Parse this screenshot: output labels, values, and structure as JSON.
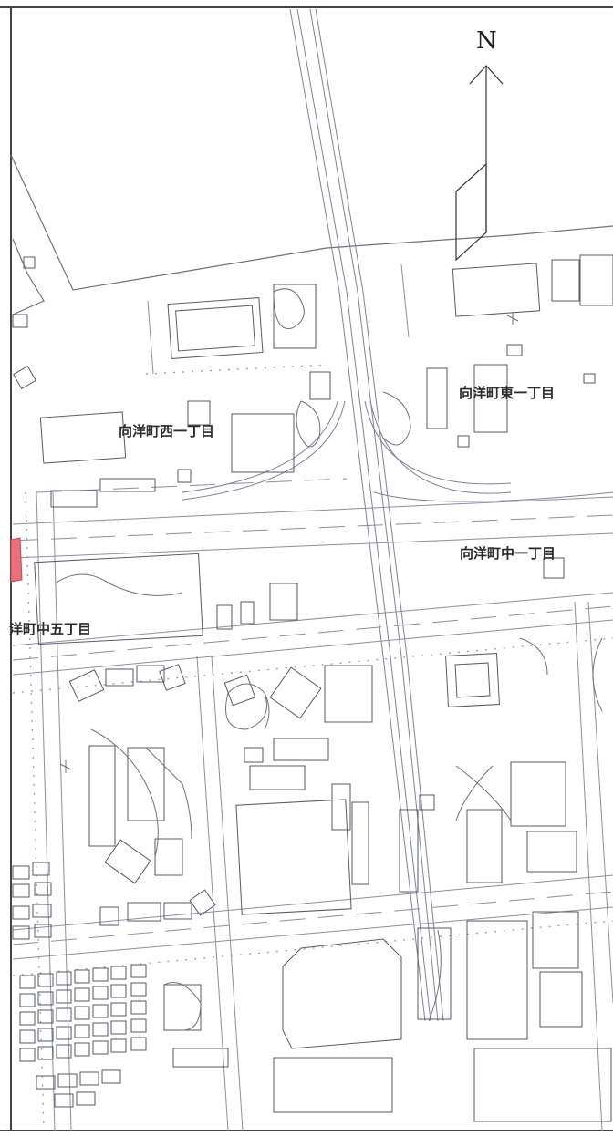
{
  "map": {
    "north_label": "N",
    "districts": [
      {
        "id": "west1",
        "label": "向洋町西一丁目"
      },
      {
        "id": "east1",
        "label": "向洋町東一丁目"
      },
      {
        "id": "center1",
        "label": "向洋町中一丁目"
      },
      {
        "id": "center5",
        "label": "洋町中五丁目"
      }
    ],
    "colors": {
      "road_line": "#7d8296",
      "building_line": "#55596a",
      "highlight": "#e8707a",
      "frame": "#444444"
    }
  }
}
